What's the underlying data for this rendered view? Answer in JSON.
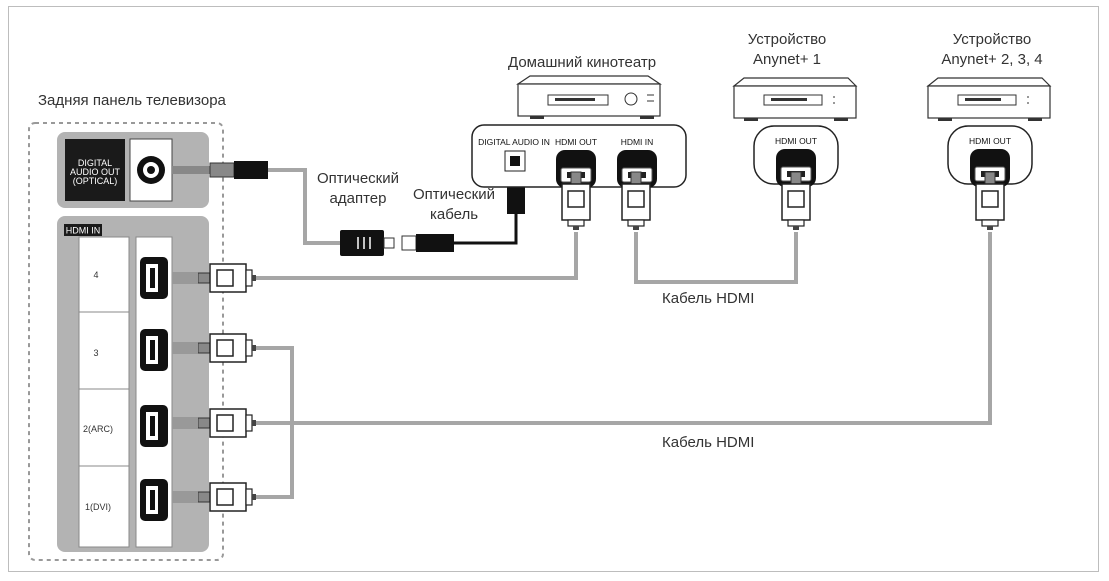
{
  "tv_panel": {
    "title": "Задняя панель телевизора",
    "optical_port_label_lines": [
      "DIGITAL",
      "AUDIO OUT",
      "(OPTICAL)"
    ],
    "hdmi_header": "HDMI IN",
    "hdmi_ports": [
      "4",
      "3",
      "2(ARC)",
      "1(DVI)"
    ]
  },
  "devices": {
    "home_theater": {
      "title": "Домашний кинотеатр",
      "port_labels": [
        "DIGITAL AUDIO IN",
        "HDMI OUT",
        "HDMI IN"
      ]
    },
    "anynet_1": {
      "title_lines": [
        "Устройство",
        "Anynet+ 1"
      ],
      "port_label": "HDMI OUT"
    },
    "anynet_234": {
      "title_lines": [
        "Устройство",
        "Anynet+ 2, 3, 4"
      ],
      "port_label": "HDMI OUT"
    }
  },
  "cables": {
    "optical_adapter_lines": [
      "Оптический",
      "адаптер"
    ],
    "optical_cable_lines": [
      "Оптический",
      "кабель"
    ],
    "hdmi_cable_upper": "Кабель HDMI",
    "hdmi_cable_lower": "Кабель HDMI"
  },
  "colors": {
    "panel_gray": "#b3b3b3",
    "dark": "#1a1a1a",
    "cable_gray": "#a6a6a6",
    "outline": "#333333"
  }
}
